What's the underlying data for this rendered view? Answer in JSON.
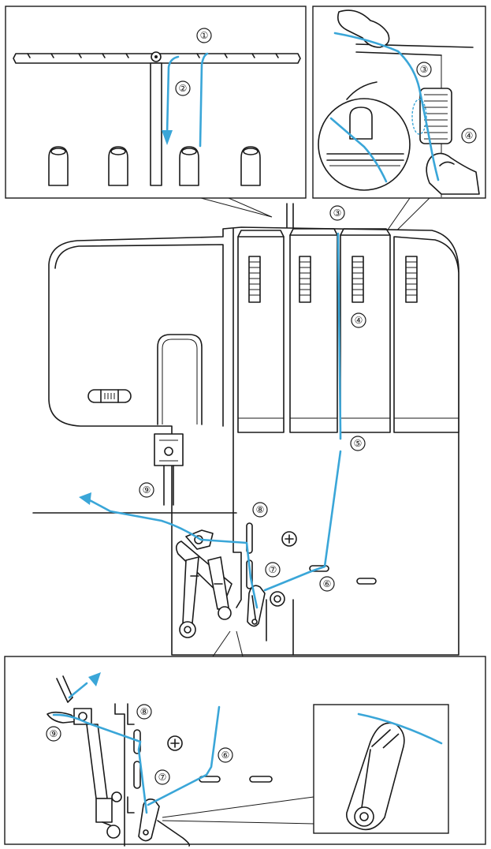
{
  "colors": {
    "thread": "#3aa6d8",
    "outline": "#1a1a1a",
    "background": "#ffffff"
  },
  "step_markers": {
    "s1": "①",
    "s2": "②",
    "s3": "③",
    "s4": "④",
    "s5": "⑤",
    "s6": "⑥",
    "s7": "⑦",
    "s8": "⑧",
    "s9": "⑨"
  },
  "icons": {
    "arrow": "thread-direction-arrow",
    "screw": "screw-head-icon"
  }
}
